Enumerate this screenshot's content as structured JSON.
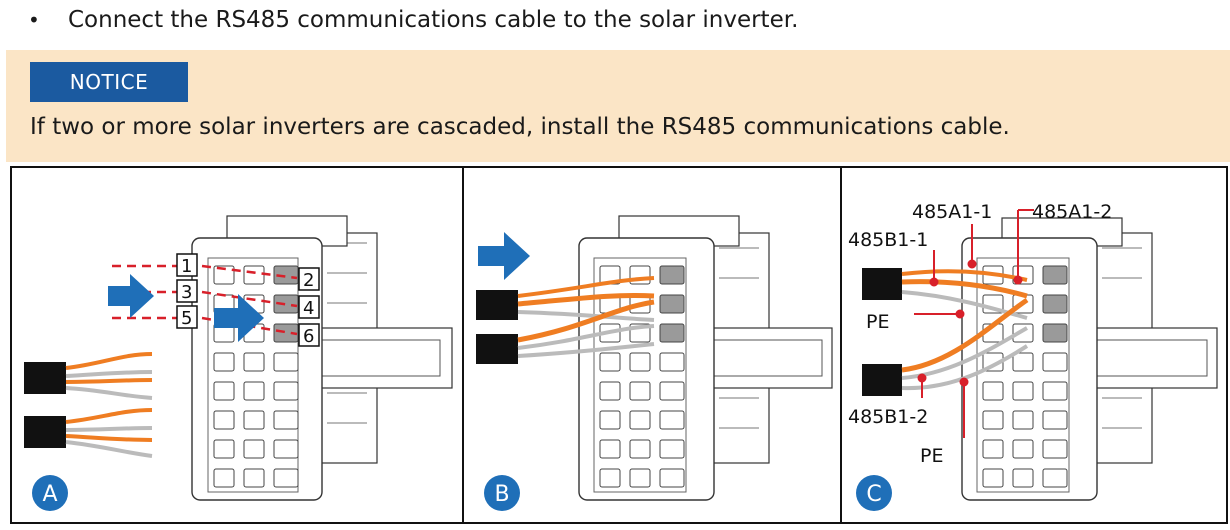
{
  "bullet": {
    "symbol": "•",
    "text": "Connect the RS485 communications cable to the solar inverter."
  },
  "notice": {
    "label": "NOTICE",
    "text": "If two or more solar inverters are cascaded, install the RS485 communications cable."
  },
  "figure": {
    "panel_a": {
      "letter": "A",
      "numbers": [
        "1",
        "2",
        "3",
        "4",
        "5",
        "6"
      ]
    },
    "panel_b": {
      "letter": "B"
    },
    "panel_c": {
      "letter": "C",
      "labels": [
        "485A1-1",
        "485A1-2",
        "485B1-1",
        "PE",
        "485B1-2",
        "PE"
      ]
    }
  },
  "colors": {
    "notice_bg": "#fbe5c6",
    "notice_label_bg": "#1b5aa0",
    "arrow": "#1f6fb8",
    "wire": "#ef7d22",
    "callout": "#d8202a",
    "badge": "#1f6fb8"
  }
}
